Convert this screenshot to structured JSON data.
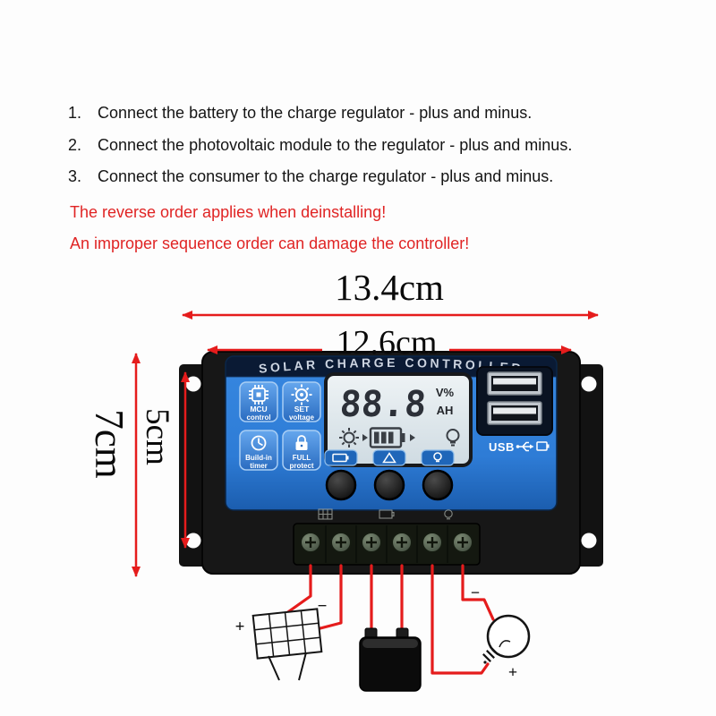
{
  "instructions": {
    "items": [
      {
        "num": "1.",
        "text": "Connect the battery to the charge regulator - plus and minus."
      },
      {
        "num": "2.",
        "text": "Connect the photovoltaic module to the regulator - plus and minus."
      },
      {
        "num": "3.",
        "text": "Connect the consumer to the charge regulator - plus and minus."
      }
    ],
    "warnings": [
      "The reverse order applies when deinstalling!",
      "An improper sequence order can damage the controller!"
    ]
  },
  "dimensions": {
    "outer_width": "13.4cm",
    "inner_width": "12.6cm",
    "outer_height": "7cm",
    "inner_height": "5cm"
  },
  "controller": {
    "title": "SOLAR CHARGE CONTROLLER",
    "lcd": {
      "value": "88.8",
      "unit_top": "V%",
      "unit_bottom": "AH"
    },
    "function_buttons": [
      {
        "line1": "MCU",
        "line2": "control",
        "icon": "chip-icon"
      },
      {
        "line1": "SET",
        "line2": "voltage",
        "icon": "gear-icon"
      },
      {
        "line1": "Build-in",
        "line2": "timer",
        "icon": "clock-icon"
      },
      {
        "line1": "FULL",
        "line2": "protect",
        "icon": "lock-icon"
      }
    ],
    "usb_label": "USB"
  },
  "wiring": {
    "solar_plus": "+",
    "solar_minus": "−",
    "load_plus": "+",
    "load_minus": "−"
  },
  "icons": {
    "mcu_button": "chip-icon",
    "set_button": "gear-icon",
    "timer_button": "clock-icon",
    "protect_button": "lock-icon",
    "lcd_left": "sun-icon",
    "lcd_center": "battery-icon",
    "lcd_right": "bulb-icon",
    "indicator_left": "battery-icon",
    "indicator_center": "solar-triangle-icon",
    "indicator_right": "bulb-icon",
    "usb_port": "usb-trident-icon"
  },
  "colors": {
    "warning_red": "#e02424",
    "dimension_red": "#e51c1c",
    "wire_red": "#e51c1c",
    "panel_blue": "#2e7cd6",
    "casing_black": "#171717"
  }
}
